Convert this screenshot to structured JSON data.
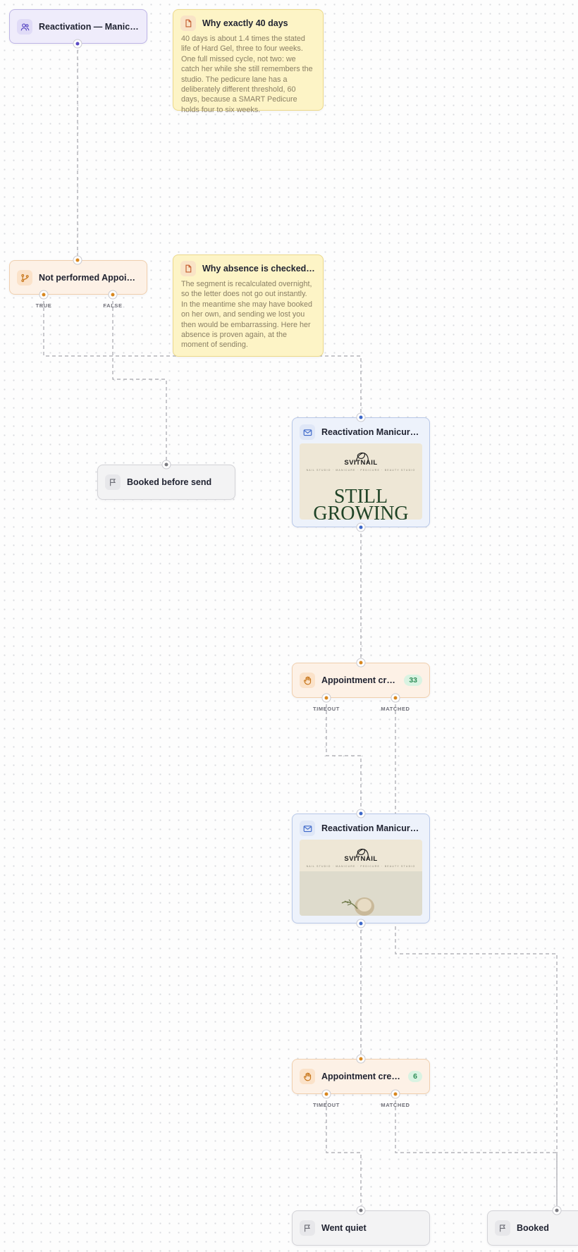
{
  "nodes": {
    "segment": {
      "title": "Reactivation — Manicure l...",
      "icon": "users-icon"
    },
    "note_40_days": {
      "title": "Why exactly 40 days",
      "body": "40 days is about 1.4 times the stated life of Hard Gel, three to four weeks. One full missed cycle, not two: we catch her while she still remembers the studio. The pedicure lane has a deliberately different threshold, 60 days, because a SMART Pedicure holds four to six weeks.",
      "icon": "note-icon"
    },
    "condition": {
      "title": "Not performed Appointme...",
      "true_label": "TRUE",
      "false_label": "FALSE",
      "icon": "branch-icon"
    },
    "note_absence": {
      "title": "Why absence is checked again",
      "body": "The segment is recalculated overnight, so the letter does not go out instantly. In the meantime she may have booked on her own, and sending we lost you then would be embarrassing. Here her absence is proven again, at the moment of sending.",
      "icon": "note-icon"
    },
    "exit_booked_before_send": {
      "title": "Booked before send",
      "icon": "flag-icon"
    },
    "email_1": {
      "title": "Reactivation Manicure — S...",
      "thumb_brand": "SVITNAIL",
      "thumb_tagline": "NAIL STUDIO · MANICURE · PEDICURE · BEAUTY STUDIO",
      "thumb_headline_1": "STILL",
      "thumb_headline_2": "GROWING",
      "icon": "mail-icon"
    },
    "wait_1": {
      "title": "Appointment created",
      "count": "33",
      "timeout_label": "TIMEOUT",
      "matched_label": "MATCHED",
      "icon": "hand-icon"
    },
    "email_2": {
      "title": "Reactivation Manicure — S...",
      "thumb_brand": "SVITNAIL",
      "thumb_tagline": "NAIL STUDIO · MANICURE · PEDICURE · BEAUTY STUDIO",
      "icon": "mail-icon"
    },
    "wait_2": {
      "title": "Appointment created",
      "count": "6",
      "timeout_label": "TIMEOUT",
      "matched_label": "MATCHED",
      "icon": "hand-icon"
    },
    "exit_went_quiet": {
      "title": "Went quiet",
      "icon": "flag-icon"
    },
    "exit_booked": {
      "title": "Booked",
      "icon": "flag-icon"
    }
  },
  "colors": {
    "segment_port": "#5b4bc4",
    "condition_port": "#d8871f",
    "email_port": "#3d68c9",
    "exit_port": "#7a7a80",
    "edge": "#a5a6ad"
  }
}
